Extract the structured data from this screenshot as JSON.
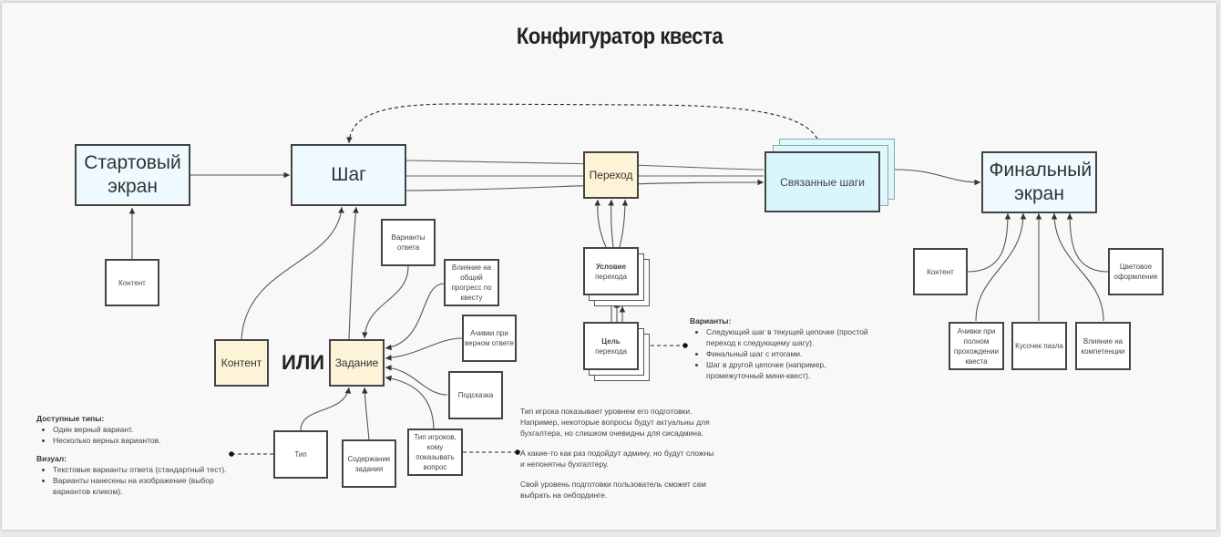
{
  "title": "Конфигуратор квеста",
  "nodes": {
    "start_screen": "Стартовый экран",
    "step": "Шаг",
    "transition": "Переход",
    "linked_steps": "Связанные шаги",
    "final_screen": "Финальный экран",
    "start_content": "Контент",
    "content": "Контент",
    "or_label": "ИЛИ",
    "task": "Задание",
    "answer_options": "Варианты ответа",
    "progress_influence": "Влияние на общий прогресс по квесту",
    "correct_answer_achievements": "Ачивки при верном ответе",
    "hint": "Подсказка",
    "task_type": "Тип",
    "task_content": "Содержание задания",
    "player_types": "Тип игроков, кому показывать вопрос",
    "condition_bold": "Условие",
    "condition_rest": "перехода",
    "target_bold": "Цель",
    "target_rest": "перехода",
    "final_content": "Контент",
    "color_design": "Цветовое оформление",
    "full_completion_achievements": "Ачивки при полном прохождении квеста",
    "puzzle_piece": "Кусочек пазла",
    "competence_influence": "Влияние на компетенции"
  },
  "notes": {
    "types": {
      "heading1": "Доступные типы:",
      "items1": [
        "Один верный вариант.",
        "Несколько верных вариантов."
      ],
      "heading2": "Визуал:",
      "items2": [
        "Текстовые варианты ответа (стандартный тест).",
        "Варианты нанесены на изображение (выбор вариантов кликом)."
      ]
    },
    "variants": {
      "heading": "Варианты:",
      "items": [
        "Следующий шаг в текущей цепочке (простой переход к следующему шагу).",
        "Финальный шаг с итогами.",
        "Шаг в другой цепочке (например, промежуточный мини-квест)."
      ]
    },
    "player_type": {
      "p1": "Тип игрока показывает уровнем его подготовки. Например, некоторые вопросы будут актуальны для бухгалтера, но слишком очевидны для сисадмина.",
      "p2": "А какие-то как раз подойдут админу, но будут сложны и непонятны бухгалтеру.",
      "p3": "Свой уровень подготовки пользователь сможет сам выбрать на онбординге."
    }
  },
  "colors": {
    "screen_fill": "#eefaff",
    "component_fill": "#fdf3d6",
    "linked_fill": "#d9f6fc",
    "border": "#444444"
  }
}
